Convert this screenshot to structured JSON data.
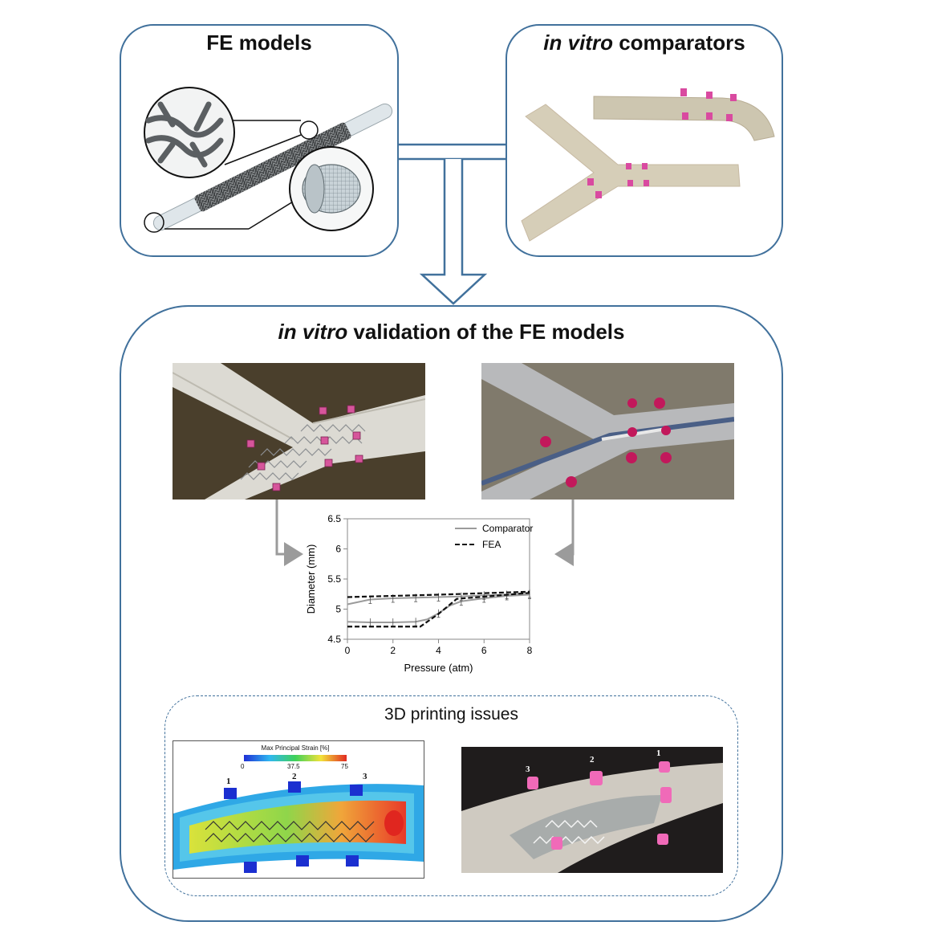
{
  "fe_models": {
    "title": "FE models"
  },
  "in_vitro": {
    "title_italic": "in vitro",
    "title_rest": " comparators"
  },
  "validation": {
    "title_italic": "in vitro",
    "title_rest": " validation of the FE models"
  },
  "printing": {
    "title": "3D printing issues"
  },
  "strain_legend": {
    "title": "Max Principal Strain [%]",
    "ticks": [
      "0",
      "37.5",
      "75"
    ]
  },
  "sim_markers": [
    "1",
    "2",
    "3"
  ],
  "photo_markers": [
    "3",
    "2",
    "1"
  ],
  "chart_data": {
    "type": "line",
    "xlabel": "Pressure (atm)",
    "ylabel": "Diameter (mm)",
    "xlim": [
      0,
      8
    ],
    "ylim": [
      4.5,
      6.5
    ],
    "xticks": [
      "0",
      "2",
      "4",
      "6",
      "8"
    ],
    "yticks": [
      "4.5",
      "5",
      "5.5",
      "6",
      "6.5"
    ],
    "legend_position": "top-right",
    "series": [
      {
        "name": "Comparator",
        "style": "solid-gray",
        "branches": [
          [
            [
              0,
              4.79
            ],
            [
              1,
              4.78
            ],
            [
              2,
              4.78
            ],
            [
              3,
              4.79
            ],
            [
              3.5,
              4.83
            ],
            [
              4,
              4.93
            ],
            [
              4.5,
              5.06
            ],
            [
              5,
              5.13
            ],
            [
              6,
              5.18
            ],
            [
              7,
              5.22
            ],
            [
              8,
              5.24
            ]
          ],
          [
            [
              0,
              5.08
            ],
            [
              1,
              5.16
            ],
            [
              2,
              5.18
            ],
            [
              3,
              5.19
            ],
            [
              4,
              5.2
            ],
            [
              5,
              5.21
            ],
            [
              6,
              5.23
            ],
            [
              7,
              5.24
            ],
            [
              8,
              5.26
            ]
          ]
        ],
        "error_bars_at": [
          1,
          2,
          3,
          4,
          5,
          6,
          7,
          8
        ]
      },
      {
        "name": "FEA",
        "style": "dashed-black",
        "branches": [
          [
            [
              0,
              4.71
            ],
            [
              3.2,
              4.71
            ],
            [
              4,
              4.92
            ],
            [
              4.8,
              5.17
            ],
            [
              8,
              5.27
            ]
          ],
          [
            [
              0,
              5.2
            ],
            [
              4,
              5.24
            ],
            [
              8,
              5.29
            ]
          ]
        ]
      }
    ]
  }
}
